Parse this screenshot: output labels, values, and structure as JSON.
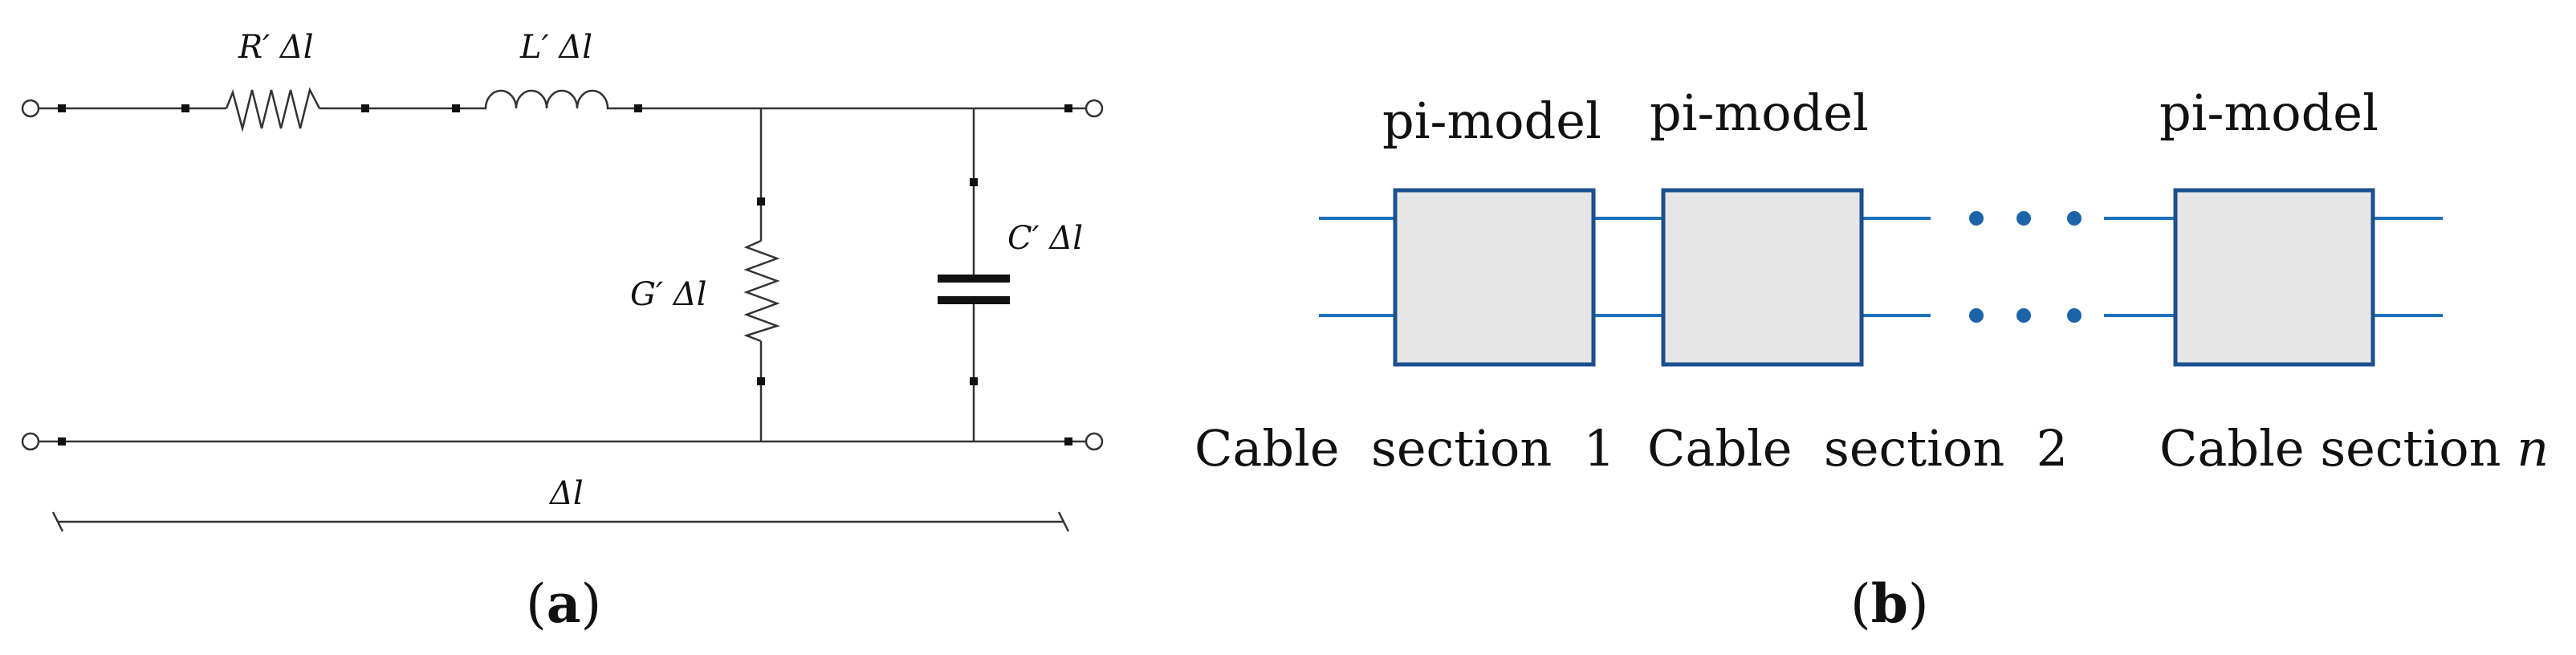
{
  "panel_a": {
    "labels": {
      "resistor": "R′ Δl",
      "inductor": "L′ Δl",
      "conductance": "G′ Δl",
      "capacitor": "C′ Δl",
      "length": "Δl"
    },
    "caption": {
      "open": "(",
      "letter": "a",
      "close": ")"
    }
  },
  "panel_b": {
    "sections": [
      {
        "model_label": "pi-model",
        "section_label": "Cable  section  1"
      },
      {
        "model_label": "pi-model",
        "section_label": "Cable  section  2"
      },
      {
        "model_label": "pi-model",
        "section_label_prefix": "Cable section ",
        "section_label_var": "n"
      }
    ],
    "caption": {
      "open": "(",
      "letter": "b",
      "close": ")"
    },
    "colors": {
      "wire": "#1f6fbf",
      "box_fill": "#e6e6e6",
      "box_stroke": "#1b4f8f",
      "dots": "#1c64a8"
    }
  }
}
